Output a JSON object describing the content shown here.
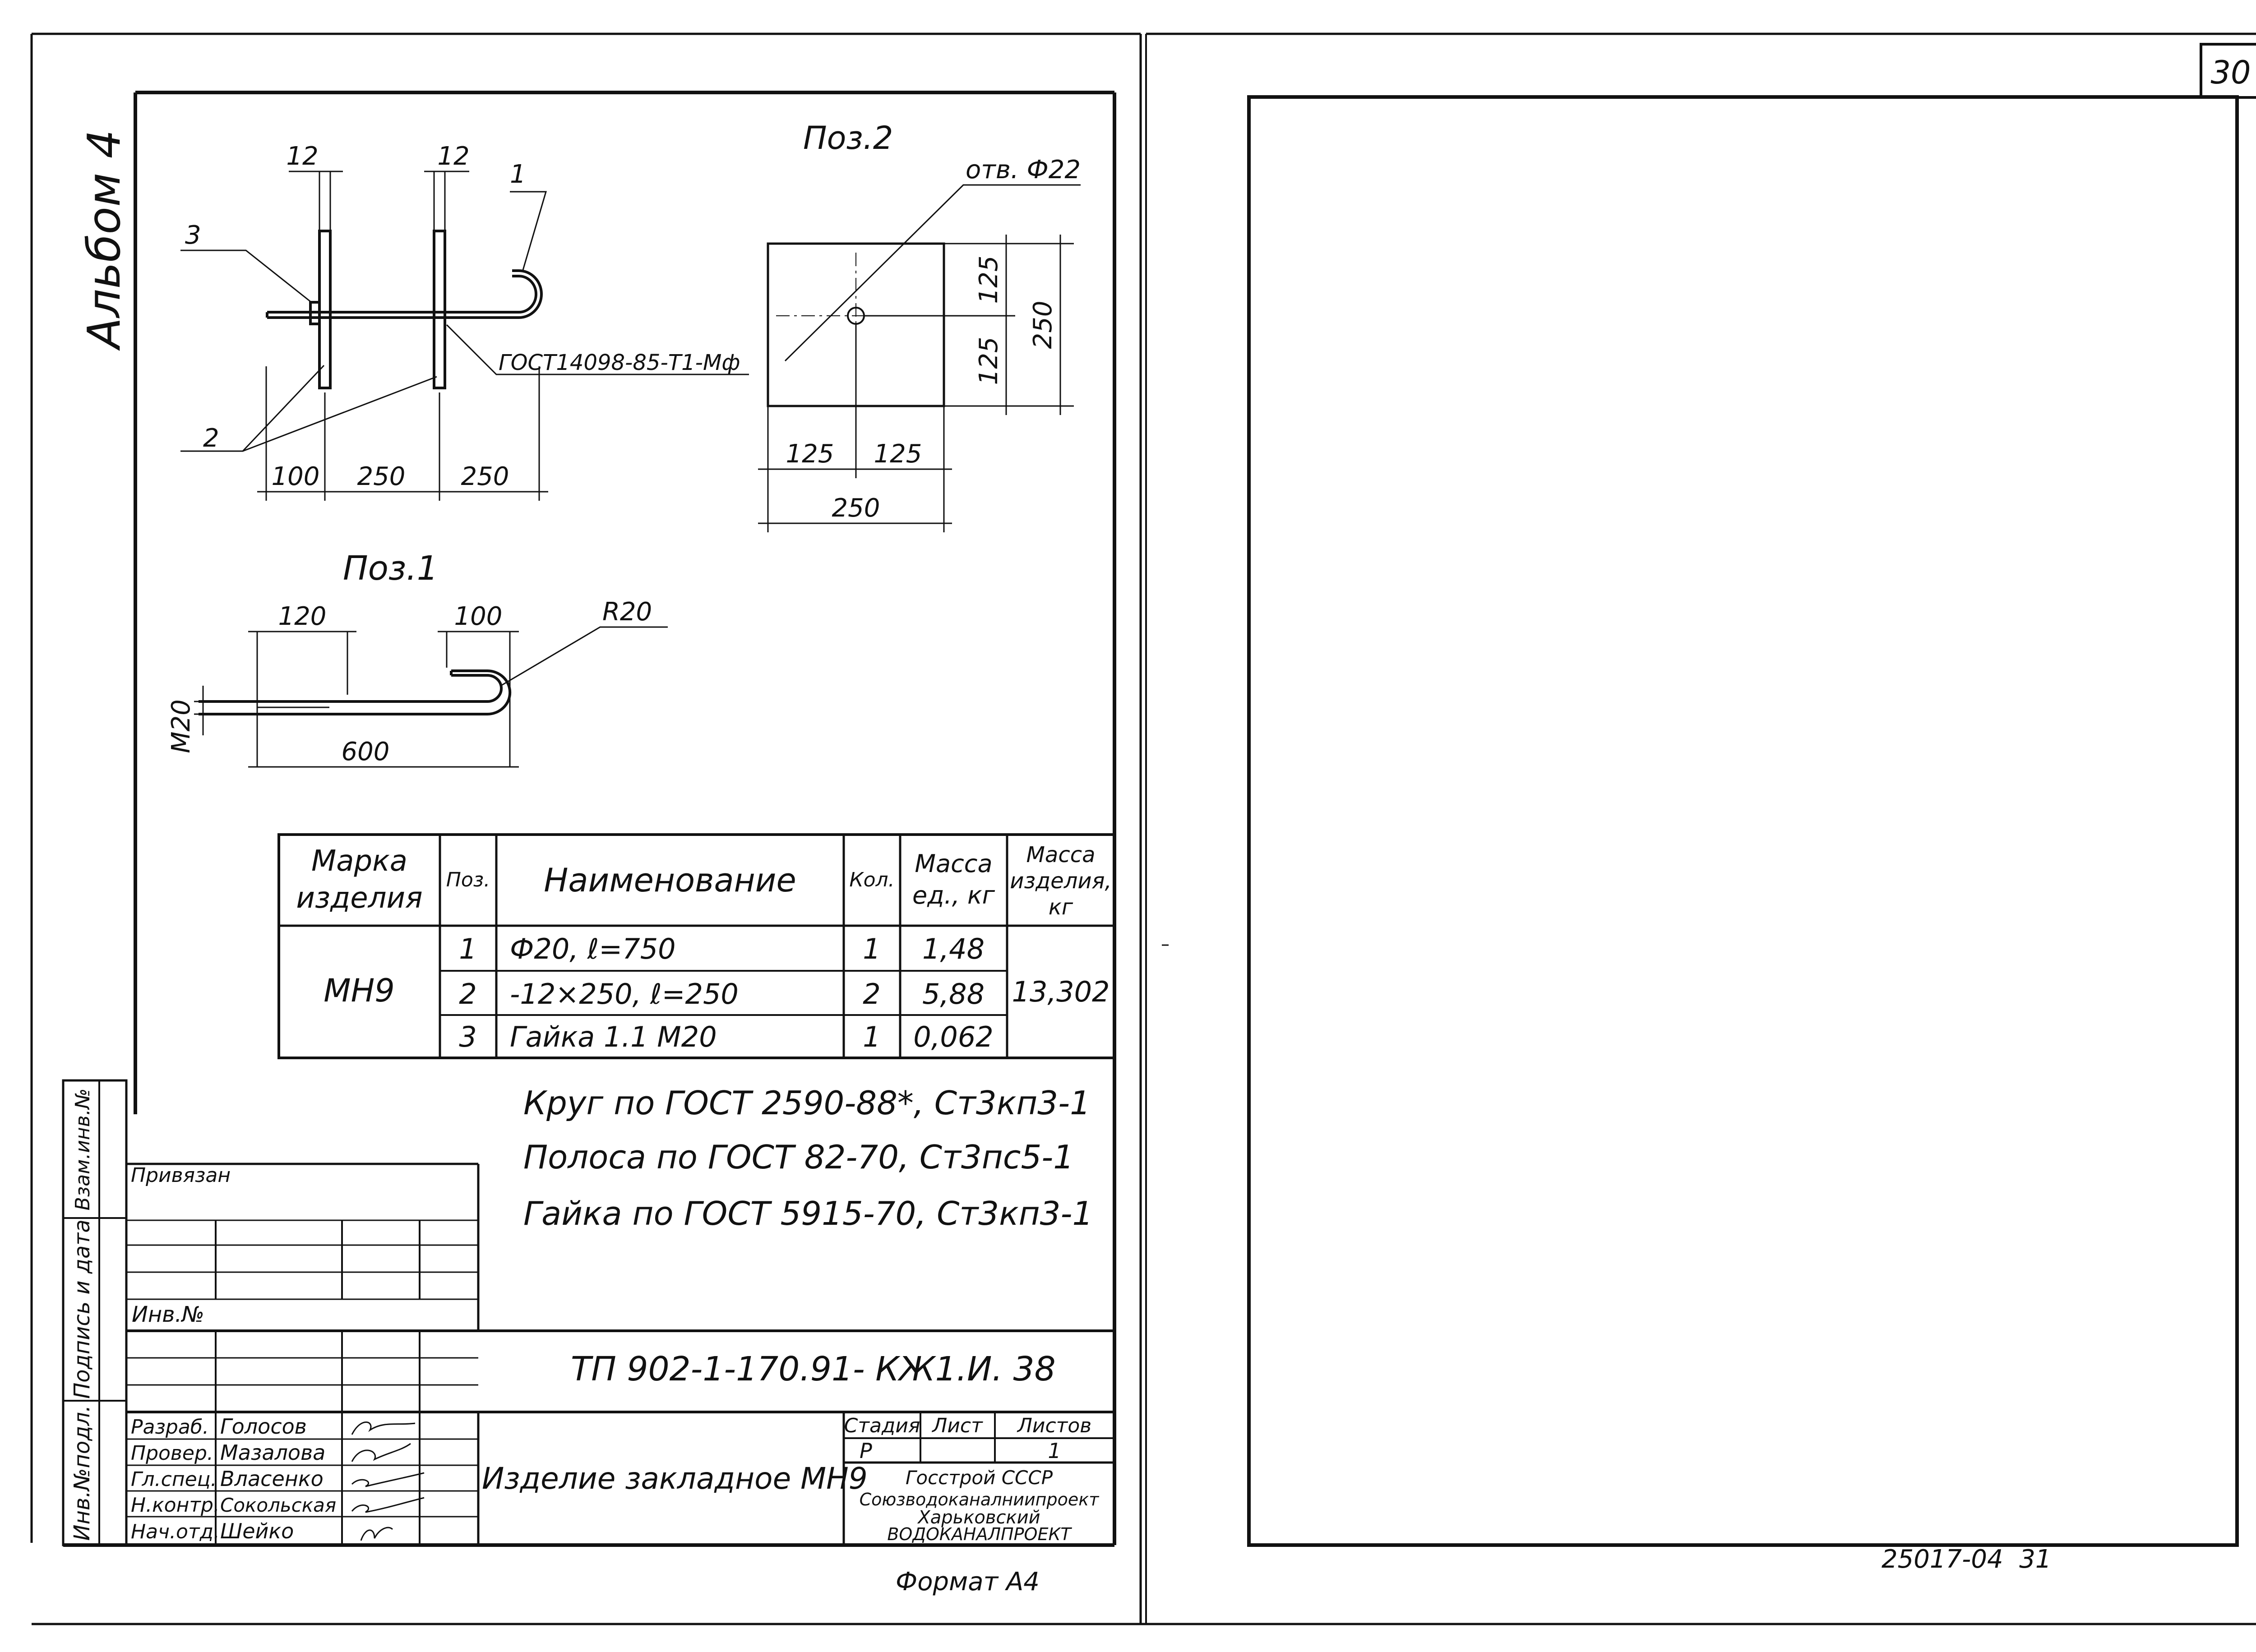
{
  "sheet_number": "30",
  "album": "Альбом 4",
  "pos2": {
    "label": "Поз.2",
    "hole": "отв. Ф22",
    "dim_125_a": "125",
    "dim_125_b": "125",
    "dim_250_v": "250",
    "dim_125_c": "125",
    "dim_125_d": "125",
    "dim_250_h": "250"
  },
  "assembly": {
    "dim_12_a": "12",
    "dim_12_b": "12",
    "leader_1": "1",
    "leader_2": "2",
    "leader_3": "3",
    "weld": "ГОСТ14098-85-Т1-Мф",
    "dim_100": "100",
    "dim_250_a": "250",
    "dim_250_b": "250"
  },
  "pos1": {
    "label": "Поз.1",
    "dim_120": "120",
    "dim_100": "100",
    "radius": "R20",
    "thread": "М20",
    "dim_600": "600"
  },
  "spec_table": {
    "headers": {
      "mark": "Марка изделия",
      "pos": "Поз.",
      "name": "Наименование",
      "qty": "Кол.",
      "unit_mass": "Масса ед., кг",
      "item_mass": "Масса изделия, кг"
    },
    "mark": "МН9",
    "rows": [
      {
        "pos": "1",
        "name": "Ф20, ℓ=750",
        "qty": "1",
        "mass": "1,48"
      },
      {
        "pos": "2",
        "name": "-12×250, ℓ=250",
        "qty": "2",
        "mass": "5,88"
      },
      {
        "pos": "3",
        "name": "Гайка 1.1 М20",
        "qty": "1",
        "mass": "0,062"
      }
    ],
    "total": "13,302"
  },
  "notes": [
    "Круг по ГОСТ 2590-88*, Ст3кп3-1",
    "Полоса по ГОСТ 82-70, Ст3пс5-1",
    "Гайка по ГОСТ 5915-70, Ст3кп3-1"
  ],
  "side_stamp": [
    "Взам.инв.№",
    "Подпись и дата",
    "Инв.№подл."
  ],
  "linked": "Привязан",
  "inv_no": "Инв.№",
  "doc_code": "ТП 902-1-170.91- КЖ1.И. 38",
  "title_block": {
    "roles": [
      "Разраб.",
      "Провер.",
      "Гл.спец.",
      "Н.контр.",
      "Нач.отд."
    ],
    "names": [
      "Голосов",
      "Мазалова",
      "Власенко",
      "Сокольская",
      "Шейко"
    ],
    "item_title": "Изделие закладное МН9",
    "stage_label": "Стадия",
    "sheet_label": "Лист",
    "sheets_label": "Листов",
    "stage": "Р",
    "sheets": "1",
    "org": [
      "Госстрой СССР",
      "Союзводоканалниипроект",
      "Харьковский",
      "ВОДОКАНАЛПРОЕКТ"
    ]
  },
  "format": "Формат А4",
  "archive_code": "25017-04  31"
}
